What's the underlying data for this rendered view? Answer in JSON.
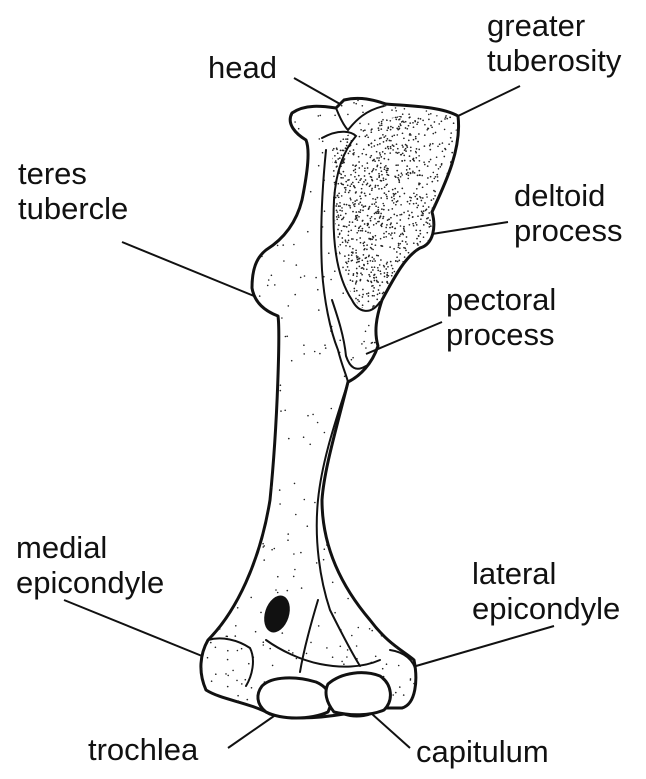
{
  "labels": {
    "head": "head",
    "greater_tuberosity": [
      "greater",
      "tuberosity"
    ],
    "teres_tubercle": [
      "teres",
      "tubercle"
    ],
    "deltoid_process": [
      "deltoid",
      "process"
    ],
    "pectoral_process": [
      "pectoral",
      "process"
    ],
    "medial_epicondyle": [
      "medial",
      "epicondyle"
    ],
    "lateral_epicondyle": [
      "lateral",
      "epicondyle"
    ],
    "trochlea": "trochlea",
    "capitulum": "capitulum"
  },
  "colors": {
    "ink": "#111111",
    "background": "#ffffff",
    "stipple": "#222222"
  }
}
